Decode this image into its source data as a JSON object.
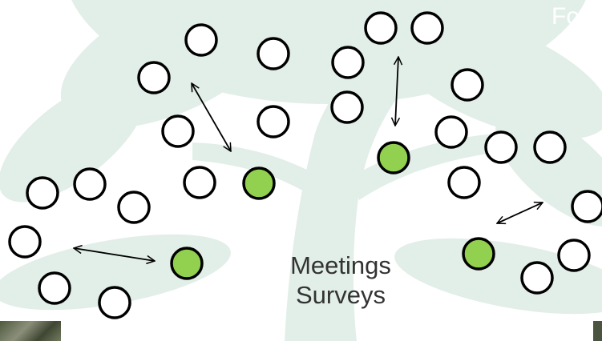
{
  "slide": {
    "title_left_fragment": "sio",
    "title_right_fragment": "Form",
    "caption_line1": "Meetings",
    "caption_line2": "Surveys"
  },
  "colors": {
    "background": "#ffffff",
    "watermark_tree": "#e2efe8",
    "member_fill": "#ffffff",
    "member_stroke": "#000000",
    "facilitator_fill": "#92d050",
    "arrow": "#000000",
    "caption_text": "#333333"
  },
  "icons": [
    "tree-watermark",
    "member-circle",
    "facilitator-circle",
    "double-arrow",
    "photo-thumbnail"
  ]
}
